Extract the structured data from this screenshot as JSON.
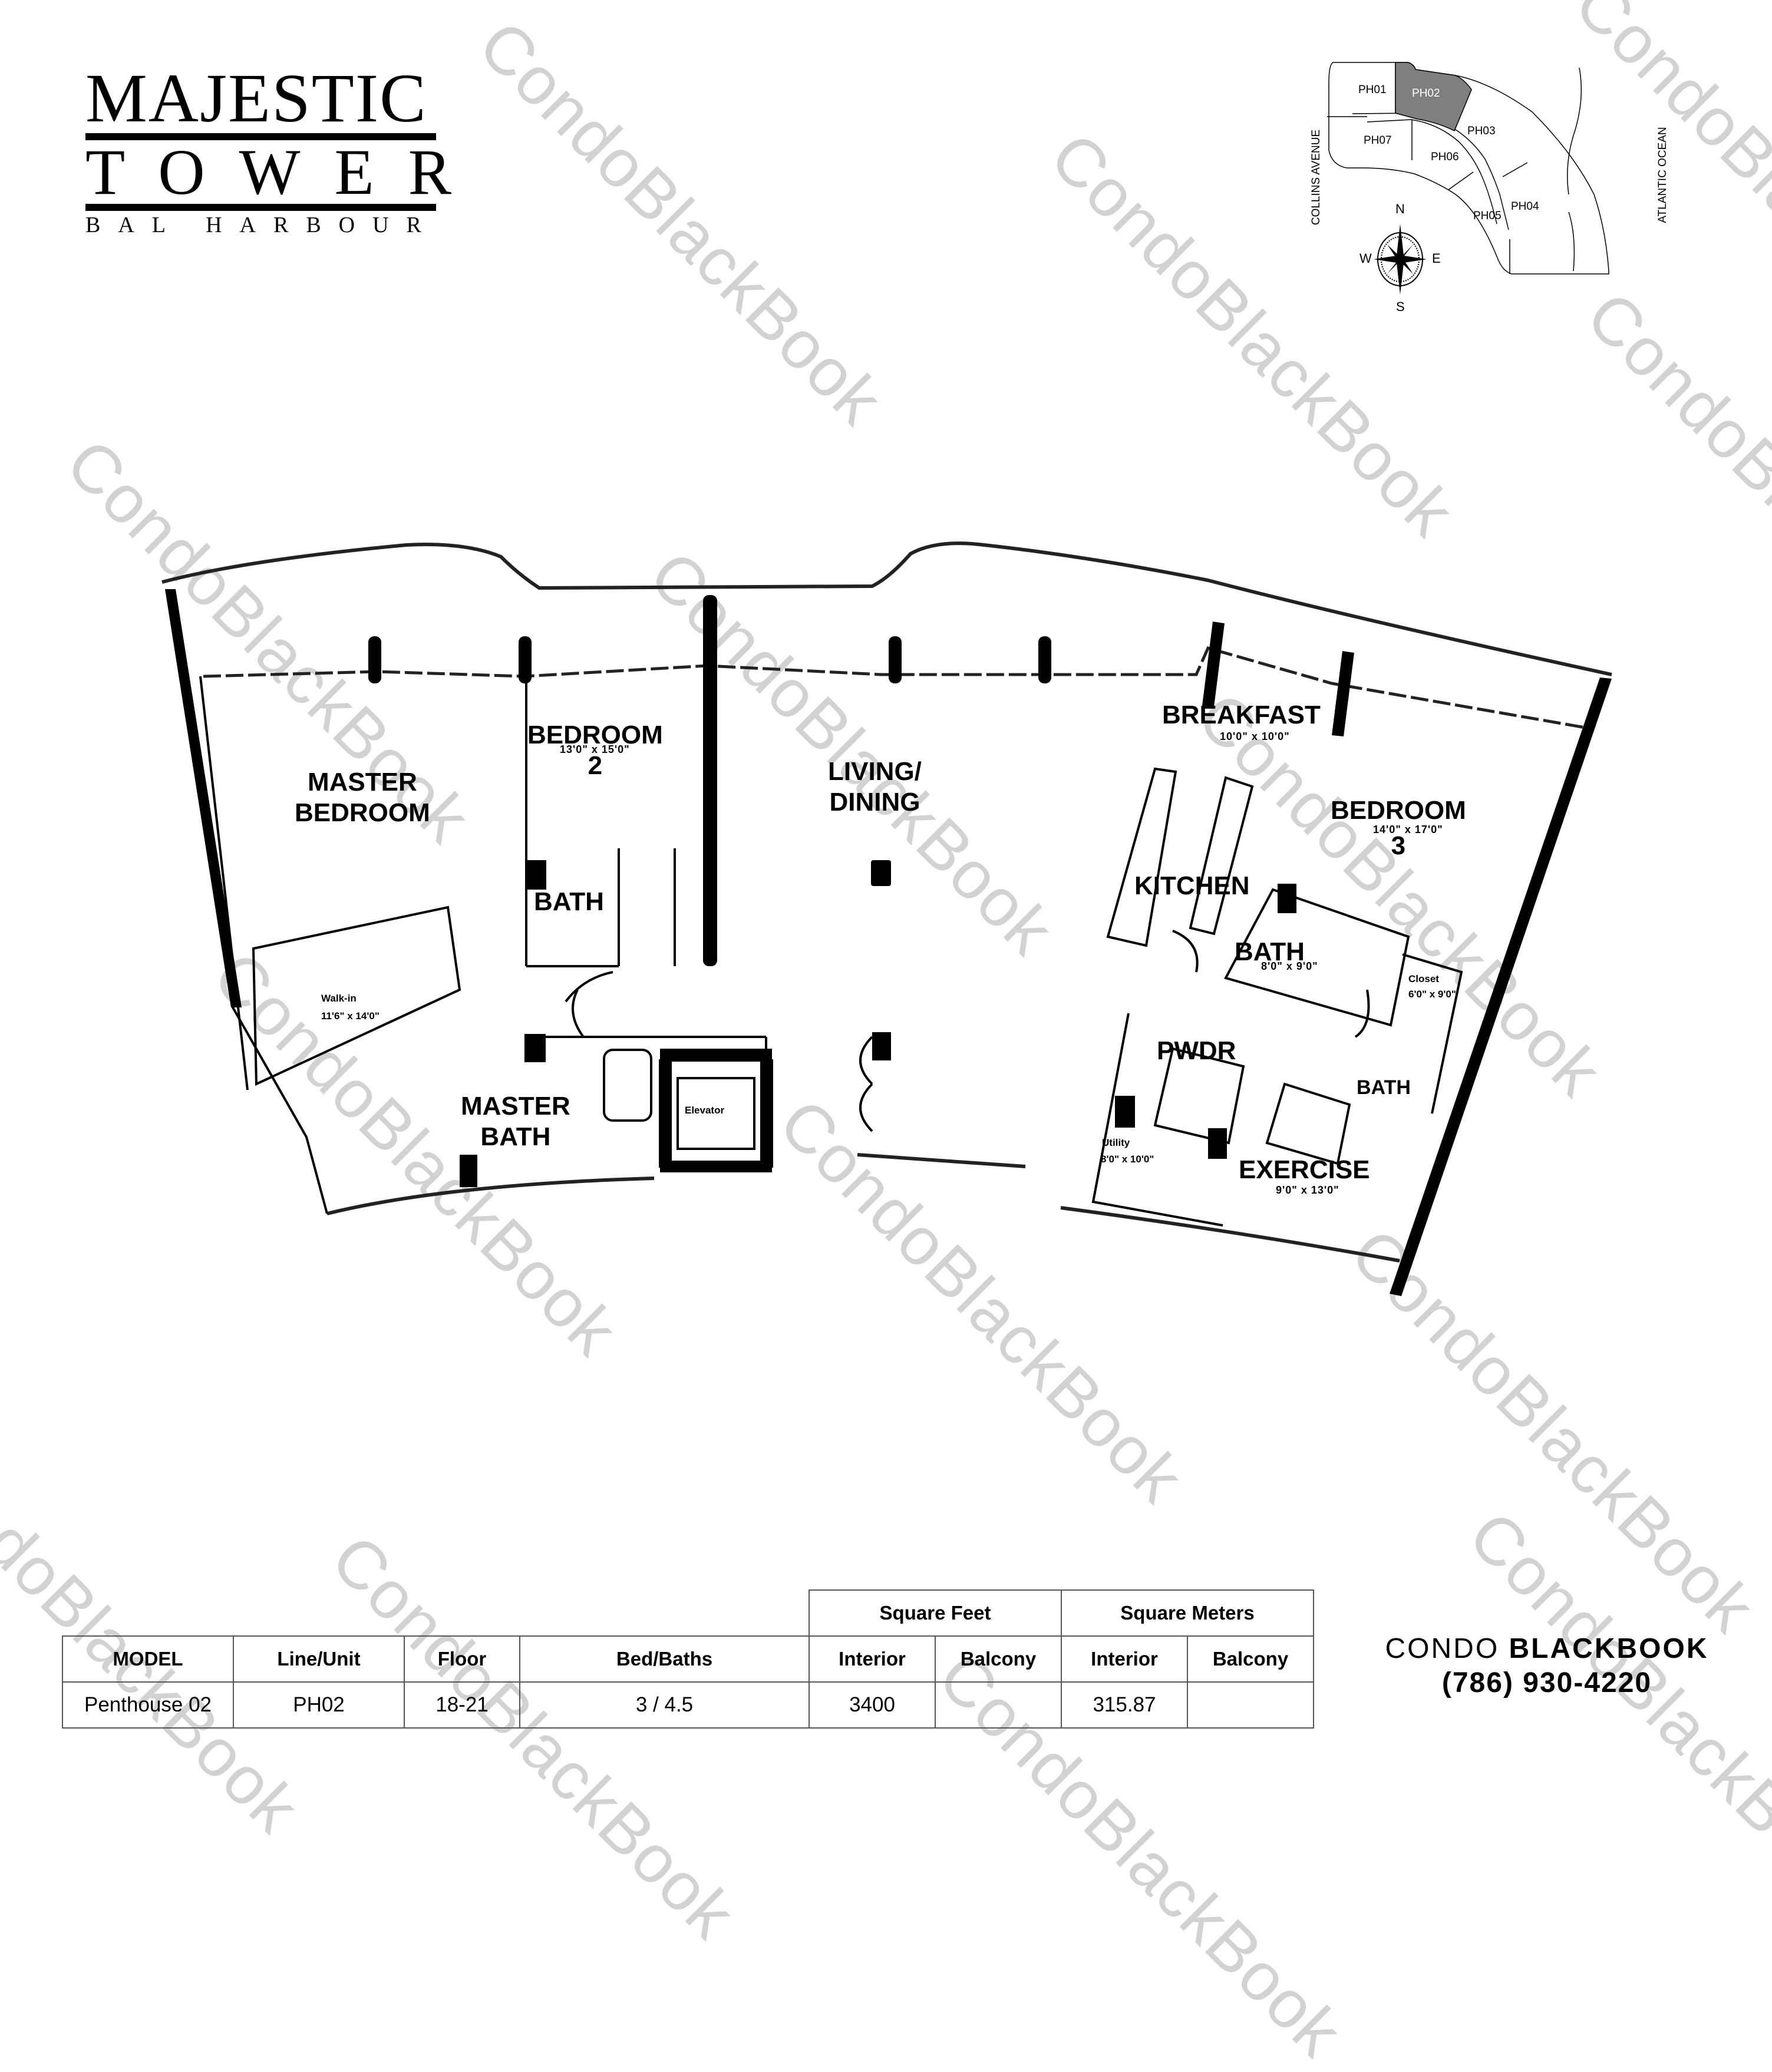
{
  "logo": {
    "line1": "MAJESTIC",
    "line2": "TOWER",
    "line3": "BAL HARBOUR"
  },
  "key_plan": {
    "units": [
      "PH01",
      "PH02",
      "PH03",
      "PH04",
      "PH05",
      "PH06",
      "PH07"
    ],
    "highlighted_unit": "PH02",
    "highlight_color": "#7f7f7f",
    "street_label": "COLLINS AVENUE",
    "ocean_label": "ATLANTIC OCEAN",
    "compass": {
      "n": "N",
      "s": "S",
      "e": "E",
      "w": "W"
    }
  },
  "floor_plan": {
    "rooms": {
      "master_bedroom": "MASTER\nBEDROOM",
      "master_bedroom_line1": "MASTER",
      "master_bedroom_line2": "BEDROOM",
      "bedroom2_line1": "BEDROOM",
      "bedroom2_line2": "2",
      "bedroom2_dim": "13'0\" x 15'0\"",
      "bath2": "BATH",
      "living_line1": "LIVING/",
      "living_line2": "DINING",
      "walkin_line1": "Walk-in",
      "walkin_dim": "11'6\" x 14'0\"",
      "master_bath_line1": "MASTER",
      "master_bath_line2": "BATH",
      "elevator": "Elevator",
      "breakfast": "BREAKFAST",
      "breakfast_dim": "10'0\" x 10'0\"",
      "bedroom3_line1": "BEDROOM",
      "bedroom3_line2": "3",
      "bedroom3_dim": "14'0\" x 17'0\"",
      "kitchen": "KITCHEN",
      "bath3": "BATH",
      "bath3_dim": "8'0\" x 9'0\"",
      "closet": "Closet",
      "closet_dim": "6'0\" x 9'0\"",
      "pwdr": "PWDR",
      "bath4": "BATH",
      "utility": "Utility",
      "utility_dim": "8'0\" x 10'0\"",
      "exercise": "EXERCISE",
      "exercise_dim": "9'0\" x 13'0\""
    }
  },
  "watermark": "CondoBlackBook",
  "spec_table": {
    "group_headers": {
      "sqft": "Square Feet",
      "sqm": "Square Meters"
    },
    "columns": [
      "MODEL",
      "Line/Unit",
      "Floor",
      "Bed/Baths",
      "Interior",
      "Balcony",
      "Interior",
      "Balcony"
    ],
    "row": {
      "model": "Penthouse 02",
      "unit": "PH02",
      "floor": "18-21",
      "bed_baths": "3 / 4.5",
      "sqft_interior": "3400",
      "sqft_balcony": "",
      "sqm_interior": "315.87",
      "sqm_balcony": ""
    }
  },
  "brand": {
    "name_part1": "CONDO",
    "name_part2": "BLACKBOOK",
    "phone": "(786) 930-4220"
  }
}
